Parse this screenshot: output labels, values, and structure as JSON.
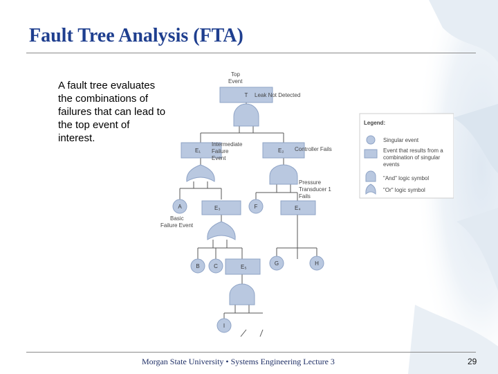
{
  "slide": {
    "title": "Fault Tree Analysis (FTA)",
    "intro": "A fault tree evaluates the combinations of failures that can lead to the top event of interest.",
    "footer": "Morgan State University • Systems Engineering Lecture 3",
    "page": "29"
  },
  "tree": {
    "top_label_1": "Top",
    "top_label_2": "Event",
    "T": "T",
    "T_desc": "Leak Not Detected",
    "E1": "E₁",
    "E1_desc_1": "Intermediate",
    "E1_desc_2": "Failure",
    "E1_desc_3": "Event",
    "E2": "E₂",
    "E2_desc": "Controller Fails",
    "A": "A",
    "A_desc_1": "Basic",
    "A_desc_2": "Failure Event",
    "E3": "E₃",
    "F": "F",
    "F_desc_1": "Pressure",
    "F_desc_2": "Transducer 1",
    "F_desc_3": "Fails",
    "E4": "E₄",
    "B": "B",
    "C": "C",
    "E5": "E₅",
    "G": "G",
    "H": "H",
    "I": "I"
  },
  "legend": {
    "title": "Legend:",
    "singular": "Singular event",
    "combo_1": "Event that results from a",
    "combo_2": "combination of singular",
    "combo_3": "events",
    "and": "\"And\" logic symbol",
    "or": "\"Or\" logic symbol"
  },
  "colors": {
    "title": "#1f3f8f",
    "node_fill": "#b9c8e0",
    "node_stroke": "#8ea3c6",
    "line": "#555555"
  }
}
